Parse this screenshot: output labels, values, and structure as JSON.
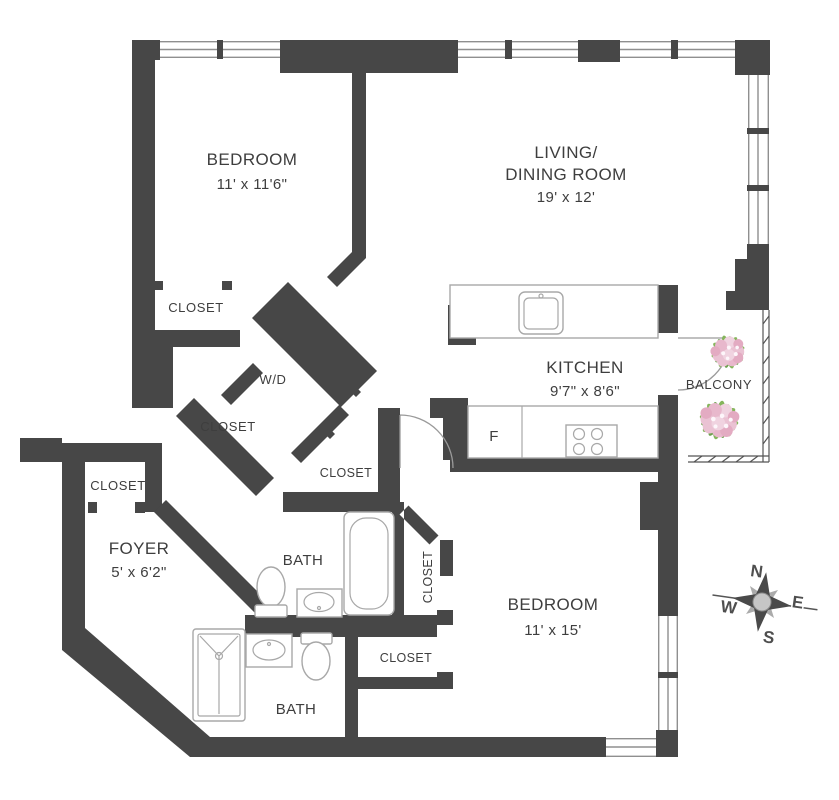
{
  "rooms": {
    "bedroom_1": {
      "name": "BEDROOM",
      "dims": "11' x 11'6\""
    },
    "living_dining": {
      "name_line1": "LIVING/",
      "name_line2": "DINING ROOM",
      "dims": "19' x 12'"
    },
    "kitchen": {
      "name": "KITCHEN",
      "dims": "9'7\" x 8'6\""
    },
    "foyer": {
      "name": "FOYER",
      "dims": "5' x 6'2\""
    },
    "bedroom_2": {
      "name": "BEDROOM",
      "dims": "11' x 15'"
    },
    "bath_upper": {
      "name": "BATH"
    },
    "bath_lower": {
      "name": "BATH"
    },
    "balcony": {
      "name": "BALCONY"
    }
  },
  "features": {
    "closet_bedroom_1": "CLOSET",
    "closet_hall": "CLOSET",
    "closet_foyer": "CLOSET",
    "closet_mid_hall": "CLOSET",
    "closet_bath_side": "CLOSET",
    "closet_bedroom_2": "CLOSET",
    "washer_dryer": "W/D",
    "refrigerator": "F"
  },
  "compass": {
    "n": "N",
    "e": "E",
    "s": "S",
    "w": "W"
  },
  "colors": {
    "wall": "#474747",
    "line": "#8f8f8f",
    "fixture": "#a8a8a8",
    "text": "#3e3e3e",
    "leaf_green": "#85b55c",
    "petal_pink": "#eac2d3",
    "compass_gray": "#ababab"
  }
}
